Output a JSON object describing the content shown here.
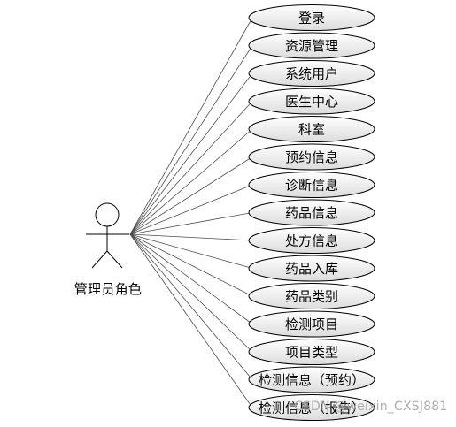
{
  "actor": {
    "label": "管理员角色"
  },
  "use_cases": [
    {
      "label": "登录"
    },
    {
      "label": "资源管理"
    },
    {
      "label": "系统用户"
    },
    {
      "label": "医生中心"
    },
    {
      "label": "科室"
    },
    {
      "label": "预约信息"
    },
    {
      "label": "诊断信息"
    },
    {
      "label": "药品信息"
    },
    {
      "label": "处方信息"
    },
    {
      "label": "药品入库"
    },
    {
      "label": "药品类别"
    },
    {
      "label": "检测项目"
    },
    {
      "label": "项目类型"
    },
    {
      "label": "检测信息（预约）"
    },
    {
      "label": "检测信息（报告）"
    }
  ],
  "watermark": "CSDN @weixin_CXSJ881",
  "colors": {
    "ellipse_fill_top": "#ffffff",
    "ellipse_fill_bottom": "#dcdcdc",
    "stroke": "#000000",
    "connector": "#4d4d4d"
  }
}
